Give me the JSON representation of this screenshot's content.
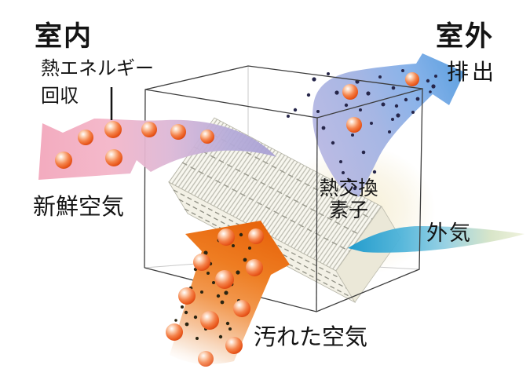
{
  "labels": {
    "indoor": "室内",
    "outdoor": "室外",
    "heat_recovery_line1": "熱エネルギー",
    "heat_recovery_line2": "回収",
    "fresh_air": "新鮮空気",
    "exhaust": "排出",
    "element_line1": "熱交換",
    "element_line2": "素子",
    "outside_air": "外気",
    "dirty_air": "汚れた空気"
  },
  "flows": [
    {
      "id": "fresh-air",
      "label": "新鮮空気",
      "direction": "curves-left-toward-room",
      "color": "#f2a6bb"
    },
    {
      "id": "exhaust",
      "label": "排出",
      "direction": "curves-up-right-outdoors",
      "color": "#6ea8e6"
    },
    {
      "id": "dirty-air",
      "label": "汚れた空気",
      "direction": "up-into-unit",
      "color": "#e96a10"
    },
    {
      "id": "outside-air",
      "label": "外気",
      "direction": "left-into-unit",
      "color": "#1898cc"
    }
  ],
  "icons": {
    "heat-particle-icon": "orange-sphere",
    "dust-particle-icon": "dark-dot"
  },
  "colors": {
    "background": "#ffffff",
    "box_line": "#3c3c3c",
    "hidden_line": "#c9c9c9",
    "fresh_air_pink": "#f2a6bb",
    "fresh_air_purple": "#a8a0d4",
    "exhaust_blue_inner": "#a8b0e0",
    "exhaust_blue_outer": "#539ade",
    "dirty_air_orange": "#e96a10",
    "outside_air_cyan": "#1898cc",
    "outside_air_pale": "#f0f2dc",
    "heat_particle": "#f4824a",
    "dust_particle": "#26264a",
    "element_glow": "#f6eecf",
    "element_face": "#f8f7ef"
  }
}
